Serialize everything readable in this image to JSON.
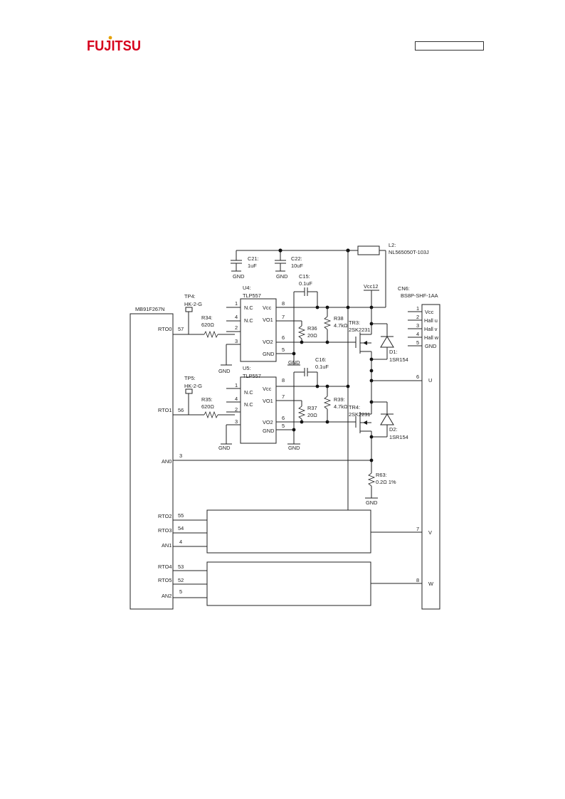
{
  "header": {
    "logo_text": "FUJITSU",
    "logo_color": "#d6001c",
    "doc_number": ""
  },
  "schematic": {
    "mcu": {
      "name": "MB91F267N",
      "pins": [
        {
          "label": "RTO0",
          "num": "57"
        },
        {
          "label": "RTO1",
          "num": "56"
        },
        {
          "label": "AN0",
          "num": "3"
        },
        {
          "label": "RTO2",
          "num": "55"
        },
        {
          "label": "RTO3",
          "num": "54"
        },
        {
          "label": "AN1",
          "num": "4"
        },
        {
          "label": "RTO4",
          "num": "53"
        },
        {
          "label": "RTO5",
          "num": "52"
        },
        {
          "label": "AN2",
          "num": "5"
        }
      ]
    },
    "tp4": {
      "ref": "TP4:",
      "part": "HK-2-G"
    },
    "tp5": {
      "ref": "TP5:",
      "part": "HK-2-G"
    },
    "r34": {
      "ref": "R34:",
      "value": "620Ω"
    },
    "r35": {
      "ref": "R35:",
      "value": "620Ω"
    },
    "u4": {
      "ref": "U4:",
      "part": "TLP557",
      "pins_left": [
        {
          "num": "1",
          "label": "N.C"
        },
        {
          "num": "4",
          "label": "N.C"
        },
        {
          "num": "2",
          "label": ""
        },
        {
          "num": "3",
          "label": ""
        }
      ],
      "pins_right": [
        {
          "num": "8",
          "label": "Vcc"
        },
        {
          "num": "7",
          "label": "VO1"
        },
        {
          "num": "6",
          "label": "VO2"
        },
        {
          "num": "5",
          "label": "GND"
        }
      ]
    },
    "u5": {
      "ref": "U5:",
      "part": "TLP557",
      "pins_left": [
        {
          "num": "1",
          "label": "N.C"
        },
        {
          "num": "4",
          "label": "N.C"
        },
        {
          "num": "2",
          "label": ""
        },
        {
          "num": "3",
          "label": ""
        }
      ],
      "pins_right": [
        {
          "num": "8",
          "label": "Vcc"
        },
        {
          "num": "7",
          "label": "VO1"
        },
        {
          "num": "6",
          "label": "VO2"
        },
        {
          "num": "5",
          "label": "GND"
        }
      ]
    },
    "c21": {
      "ref": "C21:",
      "value": "1uF"
    },
    "c22": {
      "ref": "C22:",
      "value": "10uF"
    },
    "c15": {
      "ref": "C15:",
      "value": "0.1uF"
    },
    "c16": {
      "ref": "C16:",
      "value": "0.1uF"
    },
    "r36": {
      "ref": "R36",
      "value": "20Ω"
    },
    "r37": {
      "ref": "R37",
      "value": "20Ω"
    },
    "r38": {
      "ref": "R38",
      "value": "4.7kΩ"
    },
    "r39": {
      "ref": "R39:",
      "value": "4.7kΩ"
    },
    "tr3": {
      "ref": "TR3:",
      "part": "2SK2231"
    },
    "tr4": {
      "ref": "TR4:",
      "part": "2SK2231"
    },
    "d1": {
      "ref": "D1:",
      "part": "1SR154"
    },
    "d2": {
      "ref": "D2:",
      "part": "1SR154"
    },
    "l2": {
      "ref": "L2:",
      "part": "NL565050T-103J"
    },
    "vcc12": "Vcc12",
    "r63": {
      "ref": "R63:",
      "value": "0.2Ω 1%"
    },
    "gnd": "GND",
    "cn6": {
      "ref": "CN6:",
      "part": "BS8P-SHF-1AA",
      "pins": [
        {
          "num": "1",
          "label": "Vcc"
        },
        {
          "num": "2",
          "label": "Hall u"
        },
        {
          "num": "3",
          "label": "Hall v"
        },
        {
          "num": "4",
          "label": "Hall w"
        },
        {
          "num": "5",
          "label": "GND"
        },
        {
          "num": "6",
          "label": "U"
        },
        {
          "num": "7",
          "label": "V"
        },
        {
          "num": "8",
          "label": "W"
        }
      ]
    }
  }
}
